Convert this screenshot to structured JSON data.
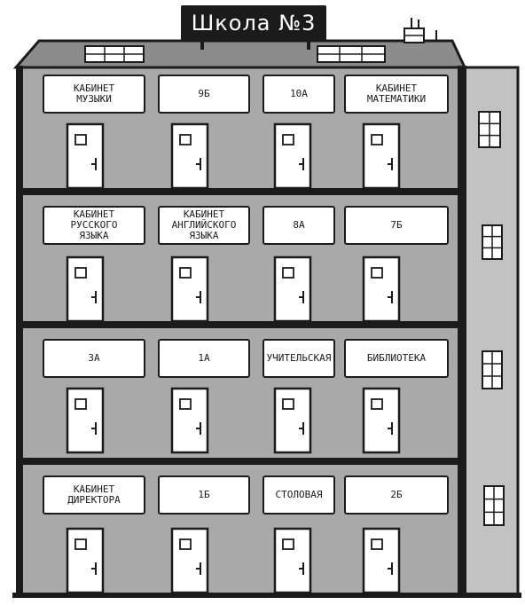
{
  "sign": {
    "text": "Школа №3"
  },
  "colors": {
    "facade": "#a9a9a9",
    "side": "#c2c2c2",
    "roof": "#8c8c8c",
    "outline": "#1b1b1b",
    "plate": "#ffffff"
  },
  "floors": [
    {
      "rooms": [
        {
          "label": "КАБИНЕТ\nМУЗЫКИ"
        },
        {
          "label": "9Б"
        },
        {
          "label": "10А"
        },
        {
          "label": "КАБИНЕТ\nМАТЕМАТИКИ"
        }
      ]
    },
    {
      "rooms": [
        {
          "label": "КАБИНЕТ\nРУССКОГО\nЯЗЫКА"
        },
        {
          "label": "КАБИНЕТ\nАНГЛИЙСКОГО\nЯЗЫКА"
        },
        {
          "label": "8А"
        },
        {
          "label": "7Б"
        }
      ]
    },
    {
      "rooms": [
        {
          "label": "3А"
        },
        {
          "label": "1А"
        },
        {
          "label": "УЧИТЕЛЬСКАЯ"
        },
        {
          "label": "БИБЛИОТЕКА"
        }
      ]
    },
    {
      "rooms": [
        {
          "label": "КАБИНЕТ\nДИРЕКТОРА"
        },
        {
          "label": "1Б"
        },
        {
          "label": "СТОЛОВАЯ"
        },
        {
          "label": "2Б"
        }
      ]
    }
  ]
}
